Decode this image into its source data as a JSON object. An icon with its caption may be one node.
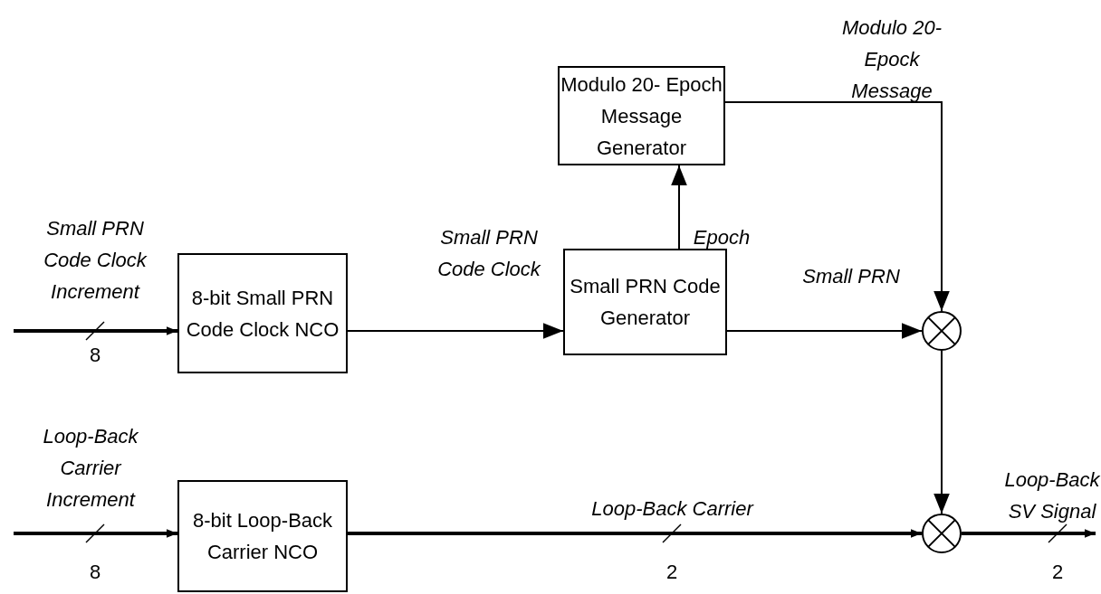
{
  "diagram": {
    "nodes": [
      {
        "text": [
          "8-bit Small PRN Code Clock NCO"
        ]
      },
      {
        "text": [
          "Small PRN Code Generator"
        ]
      },
      {
        "text": [
          "Modulo 20- Epoch Message Generator"
        ]
      },
      {
        "text": [],
        "shape": "circle"
      },
      {
        "text": [],
        "shape": "circle"
      },
      {
        "text": [
          "8-bit Loop-Back Carrier NCO"
        ]
      }
    ],
    "edges": [
      {
        "from": null,
        "to": 0,
        "arrow": "to",
        "style": "thick",
        "label": "Small PRN Code Clock Increment"
      },
      {
        "from": 0,
        "to": 1,
        "arrow": "to",
        "label": "Small PRN Code Clock"
      },
      {
        "from": 1,
        "to": 2,
        "arrow": "to",
        "label": "Epoch"
      },
      {
        "from": 1,
        "to": 3,
        "arrow": "to",
        "label": "Small PRN"
      },
      {
        "from": 2,
        "to": 3,
        "arrow": "to",
        "label": "Modulo 20- Epock Message"
      },
      {
        "from": 3,
        "to": 4,
        "arrow": "to"
      },
      {
        "from": null,
        "to": 5,
        "arrow": "to",
        "style": "thick",
        "label": "Loop-Back Carrier Increment"
      },
      {
        "from": 5,
        "to": 4,
        "arrow": "to",
        "style": "thick",
        "label": "Loop-Back Carrier"
      },
      {
        "from": 4,
        "to": null,
        "arrow": "to",
        "style": "thick",
        "label": "Loop-Back SV Signal"
      }
    ],
    "labels": [
      "8",
      "8",
      "2",
      "2"
    ]
  }
}
